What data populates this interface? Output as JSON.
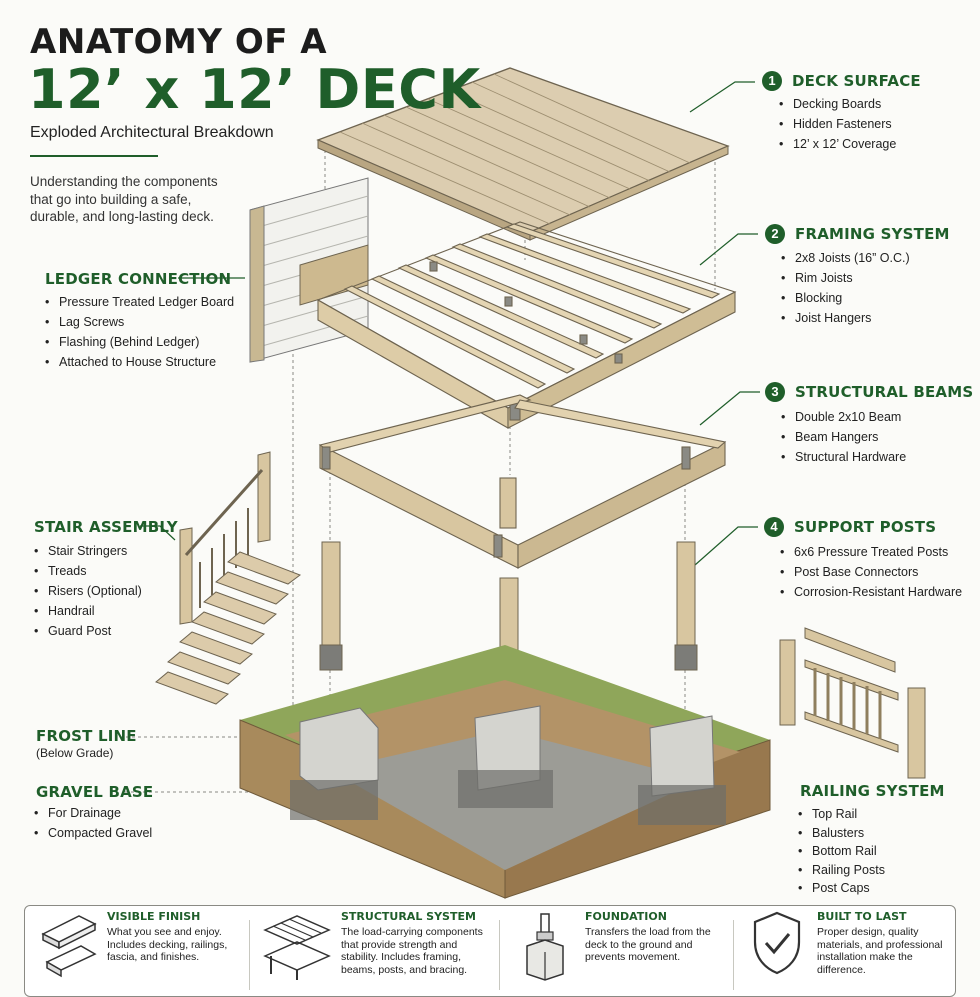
{
  "title": {
    "line1": "ANATOMY OF A",
    "line2": "12’ x 12’ DECK"
  },
  "subtitle": "Exploded Architectural Breakdown",
  "intro": "Understanding the components that go into building a safe, durable, and long-lasting deck.",
  "sections": {
    "deck_surface": {
      "number": "1",
      "title": "DECK SURFACE",
      "items": [
        "Decking Boards",
        "Hidden Fasteners",
        "12’ x 12’ Coverage"
      ]
    },
    "framing_system": {
      "number": "2",
      "title": "FRAMING SYSTEM",
      "items": [
        "2x8 Joists (16” O.C.)",
        "Rim Joists",
        "Blocking",
        "Joist Hangers"
      ]
    },
    "structural_beams": {
      "number": "3",
      "title": "STRUCTURAL BEAMS",
      "items": [
        "Double 2x10 Beam",
        "Beam Hangers",
        "Structural Hardware"
      ]
    },
    "support_posts": {
      "number": "4",
      "title": "SUPPORT POSTS",
      "items": [
        "6x6 Pressure Treated Posts",
        "Post Base Connectors",
        "Corrosion-Resistant Hardware"
      ]
    },
    "ledger_connection": {
      "title": "LEDGER CONNECTION",
      "items": [
        "Pressure Treated Ledger Board",
        "Lag Screws",
        "Flashing (Behind Ledger)",
        "Attached to House Structure"
      ]
    },
    "stair_assembly": {
      "title": "STAIR ASSEMBLY",
      "items": [
        "Stair Stringers",
        "Treads",
        "Risers (Optional)",
        "Handrail",
        "Guard Post"
      ]
    },
    "frost_line": {
      "title": "FROST LINE",
      "note": "(Below Grade)"
    },
    "gravel_base": {
      "title": "GRAVEL BASE",
      "items": [
        "For Drainage",
        "Compacted Gravel"
      ]
    },
    "railing_system": {
      "title": "RAILING SYSTEM",
      "items": [
        "Top Rail",
        "Balusters",
        "Bottom Rail",
        "Railing Posts",
        "Post Caps"
      ]
    }
  },
  "footer": [
    {
      "title": "VISIBLE FINISH",
      "text": "What you see and enjoy. Includes decking, railings, fascia, and finishes."
    },
    {
      "title": "STRUCTURAL SYSTEM",
      "text": "The load-carrying components that provide strength and stability. Includes framing, beams, posts, and bracing."
    },
    {
      "title": "FOUNDATION",
      "text": "Transfers the load from the deck to the ground and prevents movement."
    },
    {
      "title": "BUILT TO LAST",
      "text": "Proper design, quality materials, and professional installation make the difference."
    }
  ],
  "colors": {
    "accent": "#1f5e2a",
    "wood": "#d9c9a8",
    "wood_dark": "#b8a47e",
    "concrete": "#d4d4cf",
    "soil": "#a98a5e",
    "grass": "#7f9b4a"
  }
}
